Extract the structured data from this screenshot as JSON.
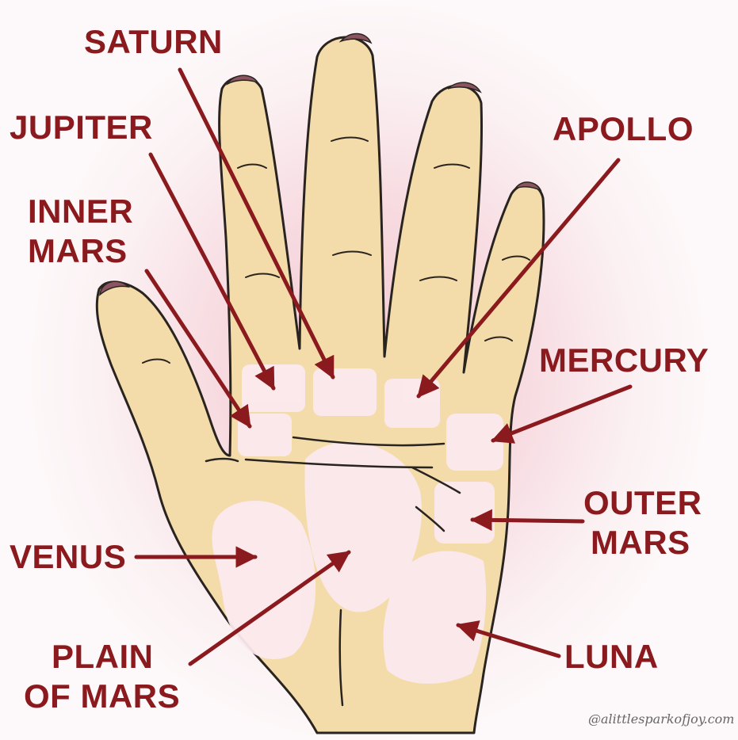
{
  "labels": {
    "saturn": "SATURN",
    "jupiter": "JUPITER",
    "inner_mars_line1": "INNER",
    "inner_mars_line2": "MARS",
    "apollo": "APOLLO",
    "mercury": "MERCURY",
    "outer_mars_line1": "OUTER",
    "outer_mars_line2": "MARS",
    "venus": "VENUS",
    "plain_line1": "PLAIN",
    "plain_line2": "OF MARS",
    "luna": "LUNA"
  },
  "credit": "@alittlesparkofjoy.com",
  "colors": {
    "label": "#8b1a1e",
    "arrow": "#8b1a1e",
    "skin": "#f3dca9",
    "mount": "#fbe9ee",
    "outline": "#2a2420",
    "nail": "#8a5560"
  }
}
